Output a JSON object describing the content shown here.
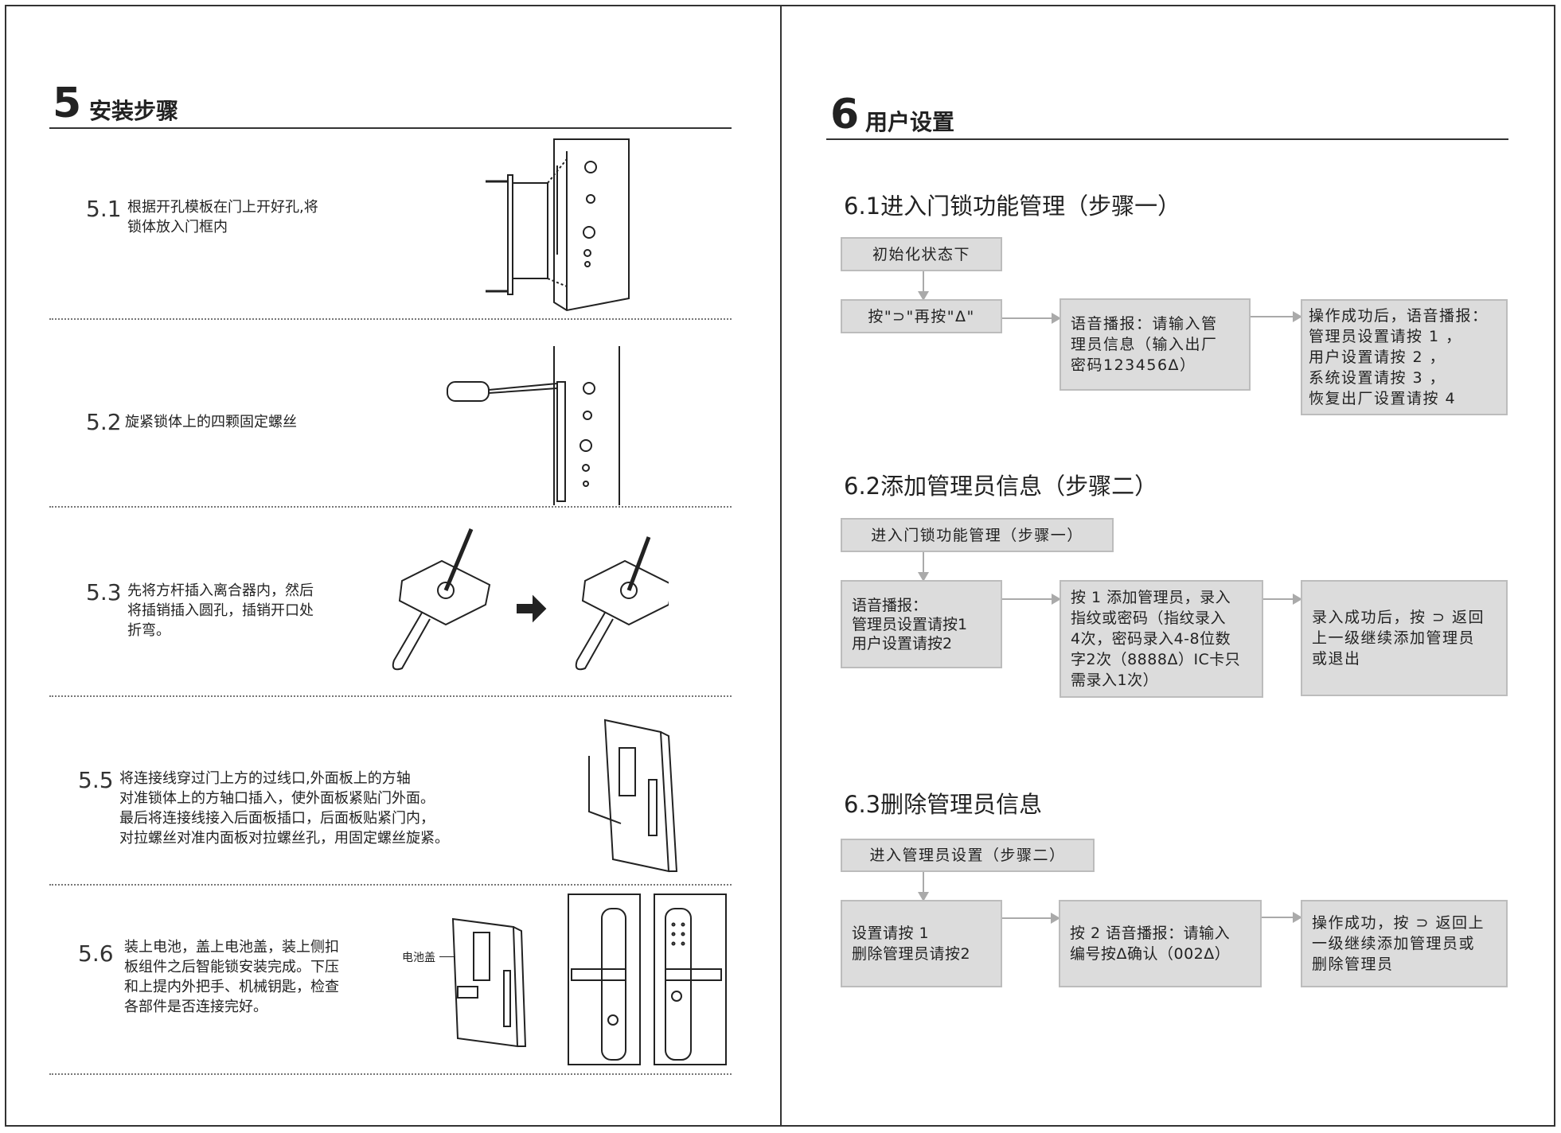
{
  "left": {
    "section_number": "5",
    "section_title": "安装步骤",
    "steps": [
      {
        "num": "5.1",
        "text": "根据开孔模板在门上开好孔,将\n锁体放入门框内"
      },
      {
        "num": "5.2",
        "text": "旋紧锁体上的四颗固定螺丝"
      },
      {
        "num": "5.3",
        "text": "先将方杆插入离合器内，然后\n将插销插入圆孔，插销开口处\n折弯。"
      },
      {
        "num": "5.5",
        "text": "将连接线穿过门上方的过线口,外面板上的方轴\n对准锁体上的方轴口插入，使外面板紧贴门外面。\n最后将连接线接入后面板插口，后面板贴紧门内，\n对拉螺丝对准内面板对拉螺丝孔，用固定螺丝旋紧。"
      },
      {
        "num": "5.6",
        "text": "装上电池，盖上电池盖，装上侧扣\n板组件之后智能锁安装完成。下压\n和上提内外把手、机械钥匙，检查\n各部件是否连接完好。"
      }
    ],
    "battery_cover_label": "电池盖"
  },
  "right": {
    "section_number": "6",
    "section_title": "用户设置",
    "subsections": [
      {
        "title": "6.1进入门锁功能管理（步骤一）",
        "boxes": [
          "初始化状态下",
          "按\"⊃\"再按\"Δ\"",
          "语音播报：请输入管\n理员信息（输入出厂\n密码123456Δ）",
          "操作成功后，语音播报：\n管理员设置请按 1 ，\n用户设置请按 2 ，\n系统设置请按 3 ，\n恢复出厂设置请按 4"
        ]
      },
      {
        "title": "6.2添加管理员信息（步骤二）",
        "boxes": [
          "进入门锁功能管理（步骤一）",
          "语音播报：\n管理员设置请按1\n用户设置请按2",
          "按 1 添加管理员，录入\n指纹或密码（指纹录入\n4次，密码录入4-8位数\n字2次（8888Δ）IC卡只\n需录入1次）",
          "录入成功后，按 ⊃ 返回\n上一级继续添加管理员\n或退出"
        ]
      },
      {
        "title": "6.3删除管理员信息",
        "boxes": [
          "进入管理员设置（步骤二）",
          "设置请按 1\n删除管理员请按2",
          "按 2 语音播报：请输入\n编号按Δ确认（002Δ）",
          "操作成功，按 ⊃ 返回上\n一级继续添加管理员或\n删除管理员"
        ]
      }
    ]
  }
}
